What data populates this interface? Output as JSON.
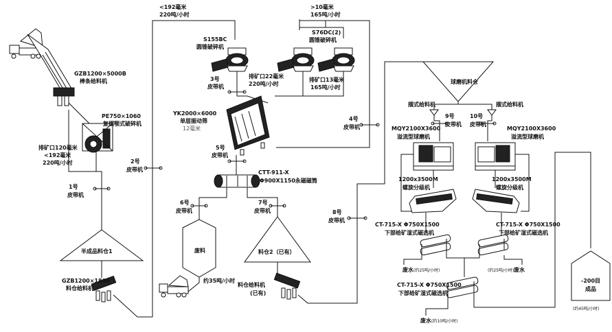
{
  "feed": {
    "top_left_size": "<192毫米",
    "top_left_rate": "220吨/小时",
    "top_right_size": ">10毫米",
    "top_right_rate": "165吨/小时"
  },
  "equipment": {
    "grizzly_feeder": {
      "model": "GZB1200×5000B",
      "name": "棒条给料机"
    },
    "jaw_crusher": {
      "model": "PE750×1060",
      "name": "复摆颚式破碎机"
    },
    "jaw_discharge": {
      "label": "排矿口120毫米",
      "size": "<192毫米",
      "rate": "220吨/小时"
    },
    "cone_crusher_1": {
      "model": "S155BC",
      "name": "圆锥破碎机"
    },
    "cone_1_discharge": {
      "label": "排矿口22毫米",
      "rate": "220吨/小时"
    },
    "cone_crusher_2": {
      "model": "S76DC(2)",
      "name": "圆锥破碎机"
    },
    "cone_2_discharge": {
      "label": "排矿口13毫米",
      "rate": "165吨/小时"
    },
    "screen": {
      "model": "YK2000×6000",
      "name": "单层振动筛",
      "note": "12毫米"
    },
    "magnetic_drum": {
      "model": "CTT-911-X",
      "spec": "Φ900X1150永磁磁筒"
    },
    "waste_bin": {
      "label": "废料",
      "rate": "约35吨/小时"
    },
    "semi_bin": {
      "label": "半成品料仓1"
    },
    "semi_feeder": {
      "model": "GZB1200×1800",
      "name": "料仓给料机"
    },
    "bin2": {
      "label": "料仓2（已有）"
    },
    "bin2_feeder": {
      "name": "料仓给料机",
      "note": "(已有)"
    },
    "mill_bin": {
      "label": "球磨机料仓"
    },
    "swing_feeder_left": {
      "name": "摆式给料机"
    },
    "swing_feeder_right": {
      "name": "摆式给料机"
    },
    "mill_left": {
      "model": "MQY2100X3600",
      "name": "溢流型球磨机"
    },
    "mill_right": {
      "model": "MQY2100X3600",
      "name": "溢流型球磨机"
    },
    "classifier_left": {
      "model": "1200x3500M",
      "name": "螺旋分级机"
    },
    "classifier_right": {
      "model": "1200x3500M",
      "name": "螺旋分级机"
    },
    "mag_sep_left": {
      "model": "CT-715-X  Φ750X1500",
      "name": "下部给矿湿式磁选机"
    },
    "mag_sep_right": {
      "model": "CT-715-X  Φ750X1500",
      "name": "下部给矿湿式磁选机"
    },
    "mag_sep_bottom": {
      "model": "CT-715-X  Φ750X1500",
      "name": "下部给矿湿式磁选机"
    },
    "waste_water_left": {
      "label": "废水",
      "rate": "(约25吨/小时)"
    },
    "waste_water_right": {
      "label": "废水",
      "rate": "(约25吨/小时)"
    },
    "waste_water_bottom": {
      "label": "废水",
      "rate": "(约10吨/小时)"
    },
    "product_bin": {
      "label": "-200目",
      "sub": "成品",
      "rate": "(约45吨/小时)"
    }
  },
  "belts": {
    "b1": "1号",
    "b2": "2号",
    "b3": "3号",
    "b4": "4号",
    "b5": "5号",
    "b6": "6号",
    "b7": "7号",
    "b8": "8号",
    "b9": "9号",
    "b10": "10号",
    "unit": "皮带机"
  }
}
